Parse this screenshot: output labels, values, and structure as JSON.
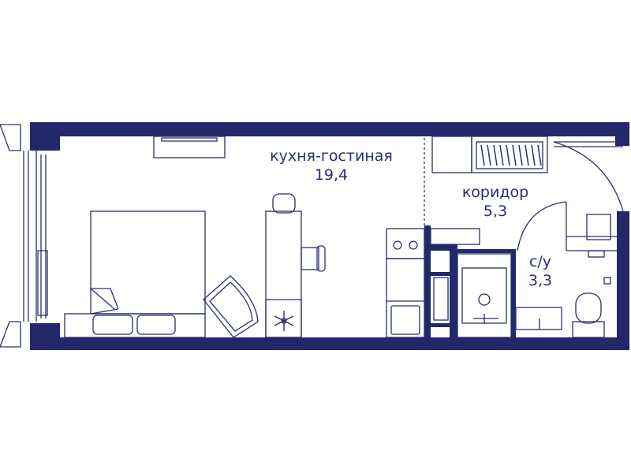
{
  "rooms": {
    "living": {
      "name": "кухня-гостиная",
      "area": "19,4"
    },
    "corridor": {
      "name": "коридор",
      "area": "5,3"
    },
    "bathroom": {
      "name": "с/у",
      "area": "3,3"
    }
  },
  "colors": {
    "wall": "#23286b",
    "line": "#2a2f6e",
    "background": "#ffffff"
  },
  "icons": {
    "freezer": "snowflake-icon"
  }
}
